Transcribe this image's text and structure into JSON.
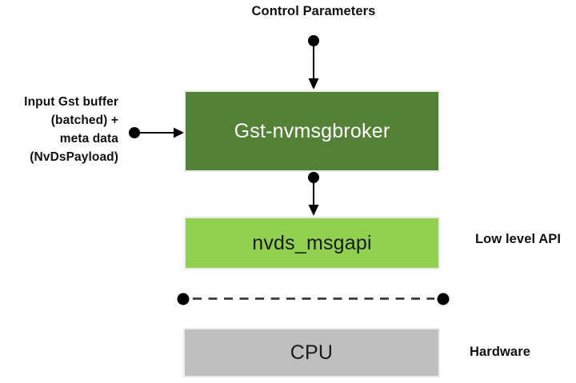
{
  "diagram": {
    "top_label": "Control Parameters",
    "input_label_lines": {
      "line1": "Input Gst buffer",
      "line2": "(batched) +",
      "line3": "meta data",
      "line4": "(NvDsPayload)"
    },
    "boxes": [
      {
        "id": "gst-nvmsgbroker",
        "label": "Gst-nvmsgbroker",
        "fill": "#538135",
        "text_color": "#ffffff"
      },
      {
        "id": "nvds_msgapi",
        "label": "nvds_msgapi",
        "fill": "#92d050",
        "text_color": "#1a1a1a"
      },
      {
        "id": "cpu",
        "label": "CPU",
        "fill": "#bfbfbf",
        "text_color": "#1a1a1a"
      }
    ],
    "side_labels": [
      {
        "id": "low-level-api",
        "label": "Low level API"
      },
      {
        "id": "hardware",
        "label": "Hardware"
      }
    ],
    "colors": {
      "dark_green": "#538135",
      "light_green": "#92d050",
      "gray": "#bfbfbf",
      "connector": "#000000",
      "dashed_line": "#3a3a3a",
      "box_border": "#ebebeb"
    }
  }
}
